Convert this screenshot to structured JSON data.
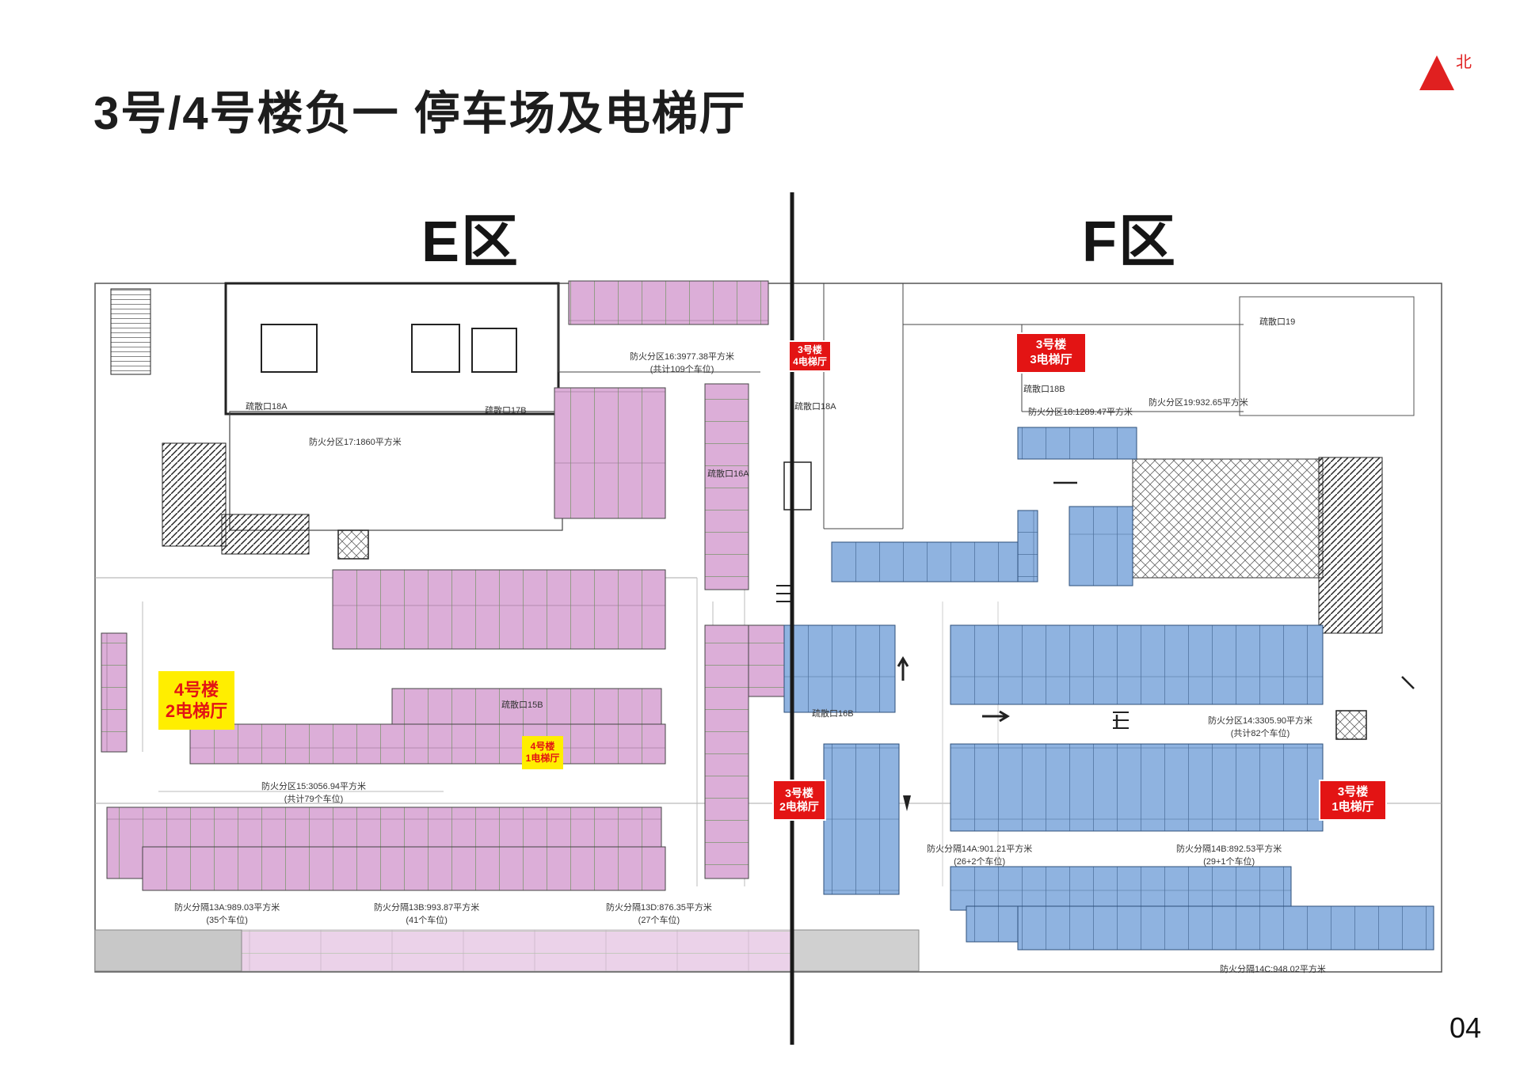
{
  "title": "3号/4号楼负一 停车场及电梯厅",
  "north_label": "北",
  "zones": {
    "e": "E区",
    "f": "F区"
  },
  "page_number": "04",
  "colors": {
    "e_zone_parking": "#dcaed8",
    "f_zone_parking": "#8fb3e0",
    "elevator_red": "#e31414",
    "elevator_yellow": "#ffee00",
    "divider": "#1a1a1a"
  },
  "elevator_tags": [
    {
      "id": "b3-e4",
      "building": "3号楼",
      "hall": "4电梯厅",
      "style": "red"
    },
    {
      "id": "b3-e3",
      "building": "3号楼",
      "hall": "3电梯厅",
      "style": "red"
    },
    {
      "id": "b4-e2",
      "building": "4号楼",
      "hall": "2电梯厅",
      "style": "yellow"
    },
    {
      "id": "b4-e1",
      "building": "4号楼",
      "hall": "1电梯厅",
      "style": "yellow"
    },
    {
      "id": "b3-e2",
      "building": "3号楼",
      "hall": "2电梯厅",
      "style": "red"
    },
    {
      "id": "b3-e1",
      "building": "3号楼",
      "hall": "1电梯厅",
      "style": "red"
    }
  ],
  "fire_zones": [
    {
      "id": "fz16",
      "line1": "防火分区16:3977.38平方米",
      "line2": "(共计109个车位)"
    },
    {
      "id": "fz17",
      "line1": "防火分区17:1860平方米",
      "line2": ""
    },
    {
      "id": "fz18",
      "line1": "防火分区18:1289.47平方米",
      "line2": ""
    },
    {
      "id": "fz19",
      "line1": "防火分区19:932.65平方米",
      "line2": ""
    },
    {
      "id": "fz15",
      "line1": "防火分区15:3056.94平方米",
      "line2": "(共计79个车位)"
    },
    {
      "id": "fz14",
      "line1": "防火分区14:3305.90平方米",
      "line2": "(共计82个车位)"
    },
    {
      "id": "fz13a",
      "line1": "防火分隔13A:989.03平方米",
      "line2": "(35个车位)"
    },
    {
      "id": "fz13b",
      "line1": "防火分隔13B:993.87平方米",
      "line2": "(41个车位)"
    },
    {
      "id": "fz13d",
      "line1": "防火分隔13D:876.35平方米",
      "line2": "(27个车位)"
    },
    {
      "id": "fz14a",
      "line1": "防火分隔14A:901.21平方米",
      "line2": "(26+2个车位)"
    },
    {
      "id": "fz14b",
      "line1": "防火分隔14B:892.53平方米",
      "line2": "(29+1个车位)"
    },
    {
      "id": "fz14c",
      "line1": "防火分隔14C:948.02平方米",
      "line2": ""
    }
  ],
  "exits": [
    {
      "id": "ex18a",
      "label": "疏散口18A"
    },
    {
      "id": "ex17",
      "label": "疏散口17B"
    },
    {
      "id": "ex16a",
      "label": "疏散口16A"
    },
    {
      "id": "ex18a2",
      "label": "疏散口18A"
    },
    {
      "id": "ex18b",
      "label": "疏散口18B"
    },
    {
      "id": "ex19",
      "label": "疏散口19"
    },
    {
      "id": "ex15b",
      "label": "疏散口15B"
    },
    {
      "id": "ex16b",
      "label": "疏散口16B"
    }
  ]
}
